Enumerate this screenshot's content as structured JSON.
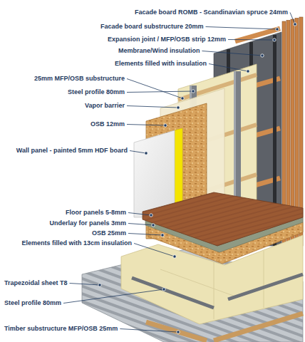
{
  "diagram": {
    "labels": [
      "Facade board ROMB - Scandinavian spruce 24mm",
      "Facade board substructure 20mm",
      "Expansion joint / MFP/OSB strip 12mm",
      "Membrane/Wind insulation",
      "Elements filled with insulation",
      "25mm MFP/OSB substructure",
      "Steel profile 80mm",
      "Vapor barrier",
      "OSB 12mm",
      "Wall panel - painted 5mm HDF board",
      "Floor panels 5-8mm",
      "Underlay for panels 3mm",
      "OSB 25mm",
      "Elements filled with 13cm insulation",
      "Trapezoidal sheet T8",
      "Steel profile 80mm",
      "Timber substructure MFP/OSB 25mm"
    ]
  }
}
